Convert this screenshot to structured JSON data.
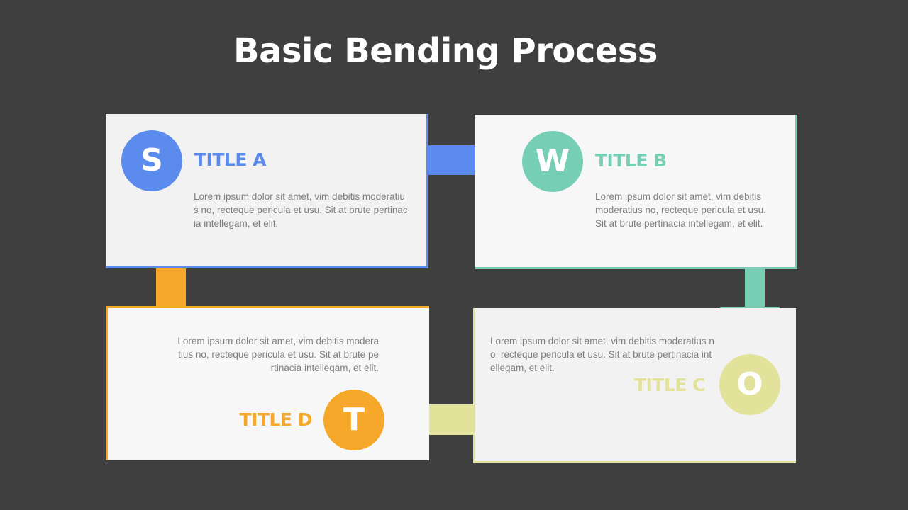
{
  "page": {
    "title": "Basic Bending Process"
  },
  "colors": {
    "background": "#3f3f3f",
    "blue": "#5b8bec",
    "green": "#76cfb4",
    "yellow": "#e2e29a",
    "orange": "#f6a82a"
  },
  "steps": [
    {
      "letter": "S",
      "title": "TITLE A",
      "text": "Lorem ipsum dolor sit amet, vim debitis moderatius no, recteque pericula et usu. Sit at brute pertinacia intellegam, et elit.",
      "color": "#5b8bec"
    },
    {
      "letter": "W",
      "title": "TITLE B",
      "text": "Lorem ipsum dolor sit amet, vim debitis moderatius no, recteque pericula et usu. Sit at brute pertinacia intellegam, et elit.",
      "color": "#76cfb4"
    },
    {
      "letter": "O",
      "title": "TITLE C",
      "text": "Lorem ipsum dolor sit amet, vim debitis moderatius no, recteque pericula et usu. Sit at brute pertinacia intellegam, et elit.",
      "color": "#e2e29a"
    },
    {
      "letter": "T",
      "title": "TITLE D",
      "text": "Lorem ipsum dolor sit amet, vim debitis moderatius no, recteque pericula et usu. Sit at brute pertinacia intellegam, et elit.",
      "color": "#f6a82a"
    }
  ]
}
